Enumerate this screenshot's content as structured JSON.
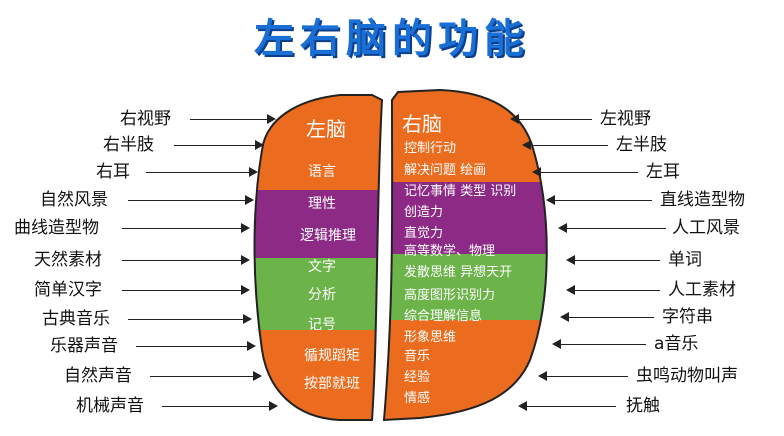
{
  "title": "左右脑的功能",
  "left_brain": {
    "heading": "左脑",
    "items": [
      "语言",
      "理性",
      "逻辑推理",
      "文字",
      "分析",
      "记号",
      "循规蹈矩",
      "按部就班"
    ]
  },
  "right_brain": {
    "heading": "右脑",
    "items": [
      "控制行动",
      "解决问题  绘画",
      "记忆事情  类型  识别",
      "创造力",
      "直觉力",
      "高等数学、物理",
      "发散思维  异想天开",
      "高度图形识别力",
      "综合理解信息",
      "形象思维",
      "音乐",
      "经验",
      "情感"
    ]
  },
  "left_labels": [
    "右视野",
    "右半肢",
    "右耳",
    "自然风景",
    "曲线造型物",
    "天然素材",
    "简单汉字",
    "古典音乐",
    "乐器声音",
    "自然声音",
    "机械声音"
  ],
  "right_labels": [
    "左视野",
    "左半肢",
    "左耳",
    "直线造型物",
    "人工风景",
    "单词",
    "人工素材",
    "字符串",
    "a音乐",
    "虫鸣动物叫声",
    "抚触"
  ],
  "colors": {
    "title": "#1a6fd6",
    "orange": "#ec6c1f",
    "purple": "#8d2a86",
    "green": "#6cb44a",
    "outline": "#222222"
  }
}
